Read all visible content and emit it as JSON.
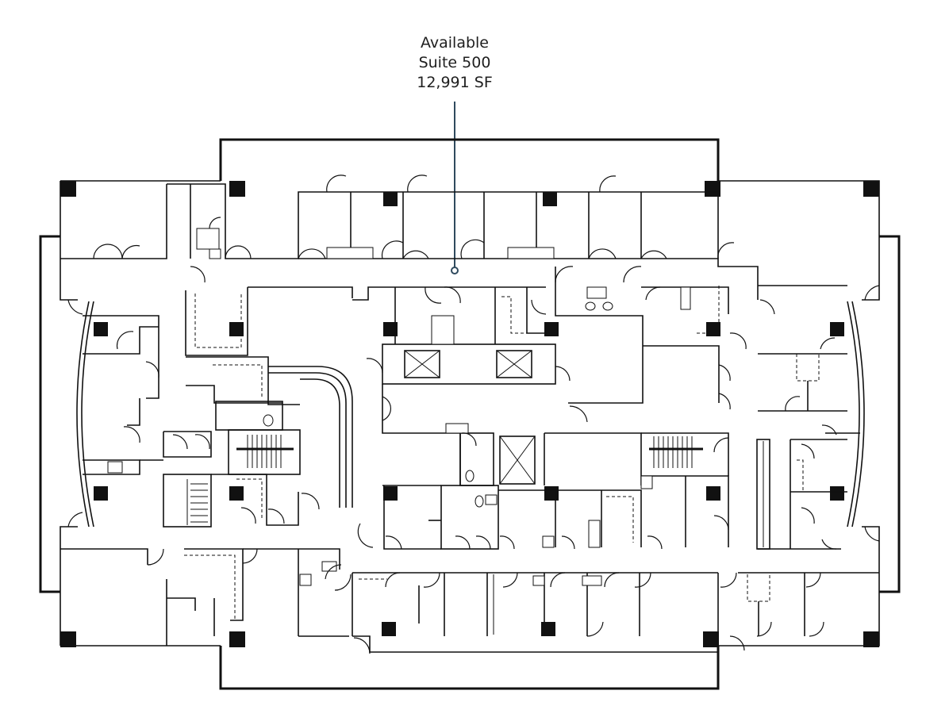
{
  "callout": {
    "line1": "Available",
    "line2": "Suite 500",
    "line3": "12,991 SF"
  },
  "colors": {
    "leader": "#2f4a5e",
    "walls": "#111111"
  }
}
